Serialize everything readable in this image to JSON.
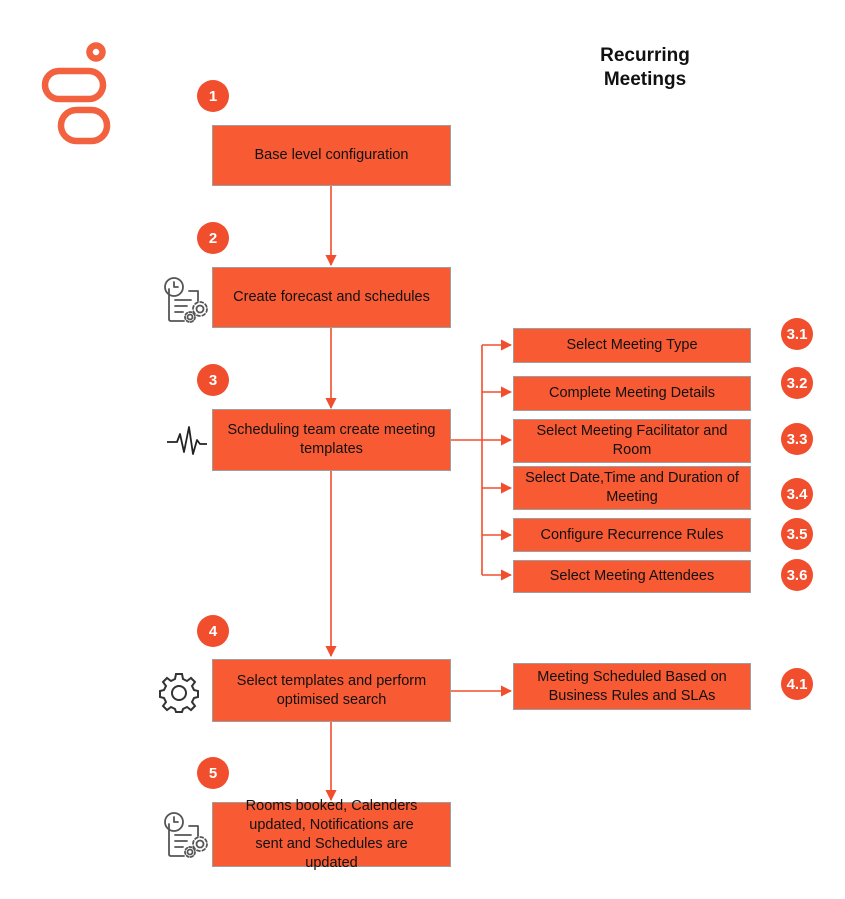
{
  "title": "Recurring\nMeetings",
  "steps": [
    {
      "badge": "1",
      "label": "Base level configuration"
    },
    {
      "badge": "2",
      "label": "Create forecast and schedules"
    },
    {
      "badge": "3",
      "label": "Scheduling team create meeting templates"
    },
    {
      "badge": "4",
      "label": "Select templates and perform optimised search"
    },
    {
      "badge": "5",
      "label": "Rooms booked, Calenders updated, Notifications are sent and Schedules are updated"
    }
  ],
  "substeps3": [
    {
      "badge": "3.1",
      "label": "Select Meeting Type"
    },
    {
      "badge": "3.2",
      "label": "Complete Meeting Details"
    },
    {
      "badge": "3.3",
      "label": "Select Meeting Facilitator and Room"
    },
    {
      "badge": "3.4",
      "label": "Select Date,Time and Duration of Meeting"
    },
    {
      "badge": "3.5",
      "label": "Configure Recurrence Rules"
    },
    {
      "badge": "3.6",
      "label": "Select Meeting Attendees"
    }
  ],
  "substeps4": [
    {
      "badge": "4.1",
      "label": "Meeting Scheduled Based on Business Rules and SLAs"
    }
  ],
  "colors": {
    "accent": "#f85a34",
    "badge": "#f04e2c",
    "line": "#f04e2c",
    "logo": "#f3623f"
  },
  "icons": [
    "logo-icon",
    "schedule-doc-icon",
    "pulse-icon",
    "gear-icon",
    "schedule-doc-icon"
  ]
}
